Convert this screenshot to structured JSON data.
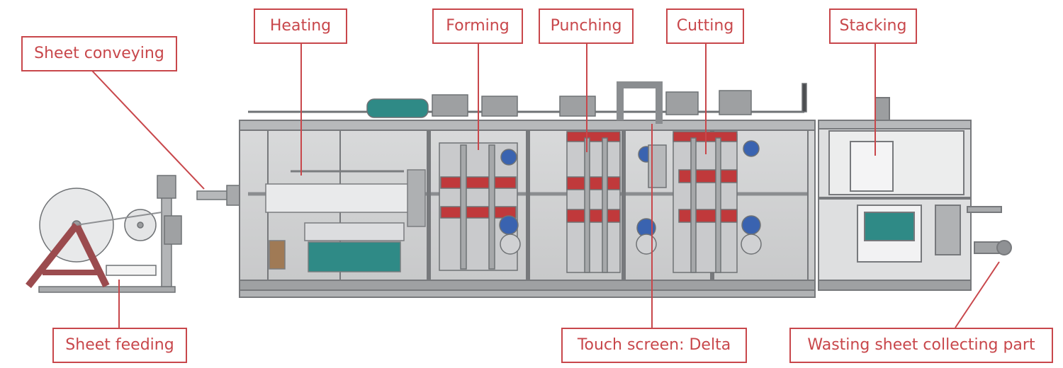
{
  "diagram": {
    "labels": {
      "sheet_conveying": "Sheet conveying",
      "heating": "Heating",
      "forming": "Forming",
      "punching": "Punching",
      "cutting": "Cutting",
      "stacking": "Stacking",
      "sheet_feeding": "Sheet feeding",
      "touch_screen": "Touch screen: Delta",
      "wasting_sheet": "Wasting sheet collecting part"
    },
    "colors": {
      "label_red": "#c8474b",
      "frame_gray": "#8a8d90",
      "mold_red": "#c0393b",
      "motor_blue": "#3a63b0",
      "tank_teal": "#2f8a86"
    }
  }
}
